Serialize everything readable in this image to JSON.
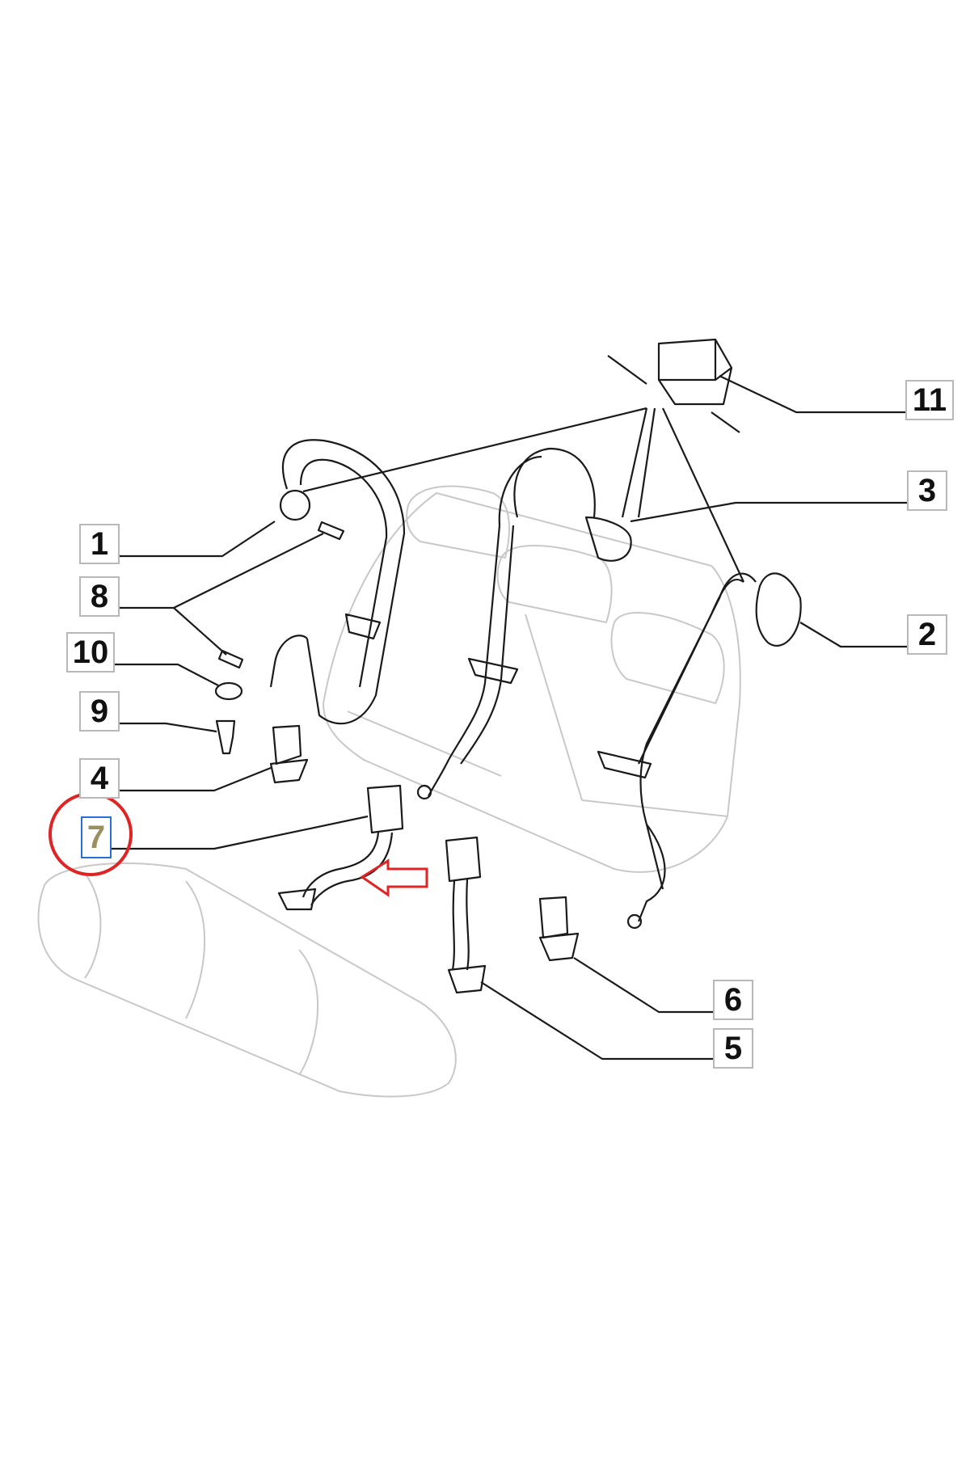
{
  "diagram": {
    "callouts": [
      {
        "key": "1",
        "label": "1"
      },
      {
        "key": "2",
        "label": "2"
      },
      {
        "key": "3",
        "label": "3"
      },
      {
        "key": "4",
        "label": "4"
      },
      {
        "key": "5",
        "label": "5"
      },
      {
        "key": "6",
        "label": "6"
      },
      {
        "key": "7",
        "label": "7"
      },
      {
        "key": "8",
        "label": "8"
      },
      {
        "key": "9",
        "label": "9"
      },
      {
        "key": "10",
        "label": "10"
      },
      {
        "key": "11",
        "label": "11"
      }
    ],
    "highlight": {
      "callout": "7",
      "ring_color": "#e02424",
      "arrow_color": "#e02424",
      "box_color": "#2a6fd6"
    },
    "line_color": "#1a1a1a",
    "sketch_color": "#c8c8c8"
  }
}
